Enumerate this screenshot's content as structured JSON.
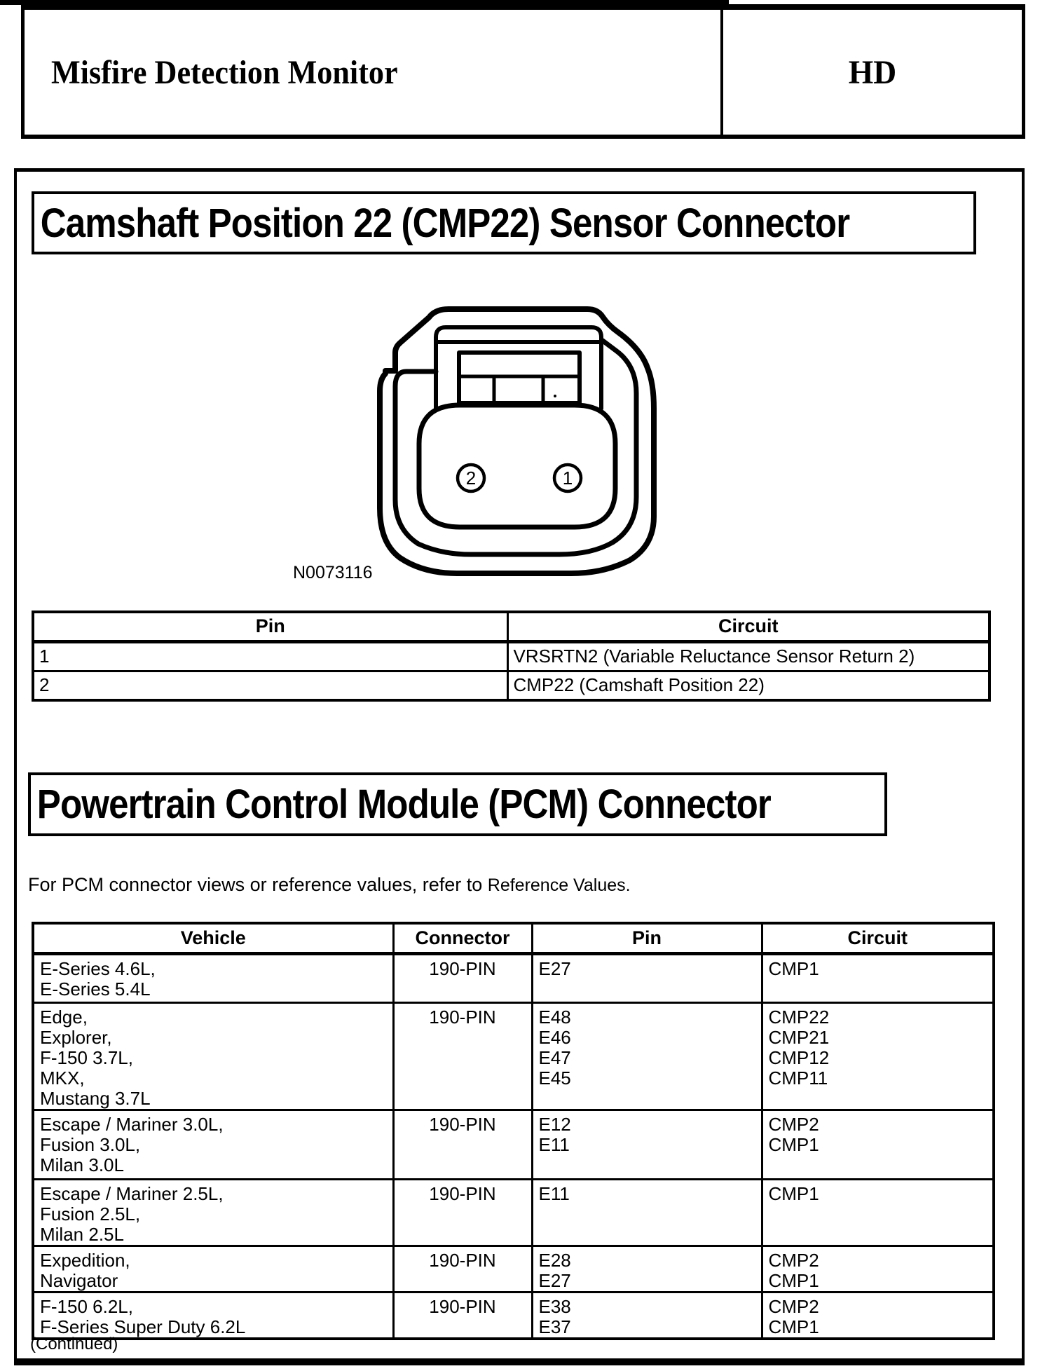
{
  "header": {
    "title": "Misfire Detection Monitor",
    "code": "HD"
  },
  "camshaft_section": {
    "title": "Camshaft Position 22 (CMP22) Sensor Connector",
    "figure": {
      "label": "N0073116",
      "pin_left": "2",
      "pin_right": "1"
    },
    "pin_table": {
      "col_pin": "Pin",
      "col_circuit": "Circuit",
      "rows": [
        {
          "pin": "1",
          "circuit": "VRSRTN2 (Variable Reluctance Sensor Return 2)"
        },
        {
          "pin": "2",
          "circuit": "CMP22 (Camshaft Position 22)"
        }
      ]
    }
  },
  "pcm_section": {
    "title": "Powertrain Control Module (PCM) Connector",
    "intro_prefix": "For PCM connector views or reference values, refer to ",
    "intro_link": "Reference Values.",
    "vehicle_table": {
      "col_vehicle": "Vehicle",
      "col_connector": "Connector",
      "col_pin": "Pin",
      "col_circuit": "Circuit",
      "rows": [
        {
          "vehicle": "E-Series 4.6L,\nE-Series 5.4L",
          "connector": "190-PIN",
          "pin": "E27",
          "circuit": "CMP1"
        },
        {
          "vehicle": "Edge,\nExplorer,\nF-150 3.7L,\nMKX,\nMustang 3.7L",
          "connector": "190-PIN",
          "pin": "E48\nE46\nE47\nE45",
          "circuit": "CMP22\nCMP21\nCMP12\nCMP11"
        },
        {
          "vehicle": "Escape / Mariner 3.0L,\nFusion 3.0L,\nMilan 3.0L",
          "connector": "190-PIN",
          "pin": "E12\nE11",
          "circuit": "CMP2\nCMP1"
        },
        {
          "vehicle": "Escape / Mariner 2.5L,\nFusion 2.5L,\nMilan 2.5L",
          "connector": "190-PIN",
          "pin": "E11",
          "circuit": "CMP1"
        },
        {
          "vehicle": "Expedition,\nNavigator",
          "connector": "190-PIN",
          "pin": "E28\nE27",
          "circuit": "CMP2\nCMP1"
        },
        {
          "vehicle": "F-150 6.2L,\nF-Series Super Duty 6.2L",
          "connector": "190-PIN",
          "pin": "E38\nE37",
          "circuit": "CMP2\nCMP1"
        }
      ]
    },
    "continued": "(Continued)"
  }
}
